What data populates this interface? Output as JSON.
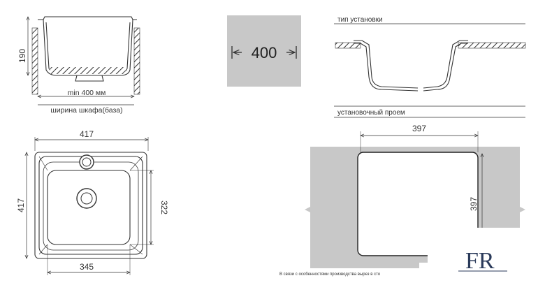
{
  "side_view": {
    "height_dim": "190",
    "min_label": "min 400 мм",
    "cabinet_label": "ширина шкафа(база)"
  },
  "top_view": {
    "width_dim": "417",
    "height_dim": "417",
    "inner_height_dim": "322",
    "inner_width_dim": "345"
  },
  "badge": {
    "value": "400",
    "background": "#c8c8c8"
  },
  "install": {
    "title": "тип установки"
  },
  "cutout": {
    "title": "установочный проем",
    "width_dim": "397",
    "height_dim": "397",
    "note": "В связи с особенностями производства вырез в сто"
  },
  "logo": {
    "text": "FR"
  },
  "colors": {
    "line": "#333333",
    "gray_fill": "#c8c8c8"
  }
}
